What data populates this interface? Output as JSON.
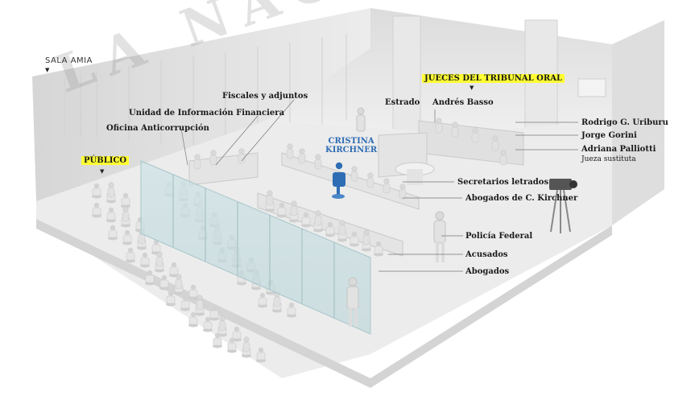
{
  "watermark": "LA NACION",
  "room_name": "SALA AMIA",
  "labels": {
    "publico": "PÚBLICO",
    "oficina_anticorrupcion": "Oficina Anticorrupción",
    "unidad_informacion_financiera": "Unidad de Información Financiera",
    "fiscales": "Fiscales y adjuntos",
    "cristina_line1": "CRISTINA",
    "cristina_line2": "KIRCHNER",
    "estrado": "Estrado",
    "andres_basso": "Andrés Basso",
    "jueces": "JUECES DEL TRIBUNAL ORAL",
    "uriburu": "Rodrigo G. Uriburu",
    "gorini": "Jorge Gorini",
    "palliotti": "Adriana Palliotti",
    "palliotti_role": "Jueza sustituta",
    "secretarios": "Secretarios letrados",
    "abogados_kirchner": "Abogados de C. Kirchner",
    "policia": "Policía Federal",
    "acusados": "Acusados",
    "abogados": "Abogados"
  },
  "colors": {
    "highlight": "#ffff33",
    "accent_blue": "#2e6db4",
    "floor": "#ececec",
    "wall": "#e2e2e2"
  }
}
